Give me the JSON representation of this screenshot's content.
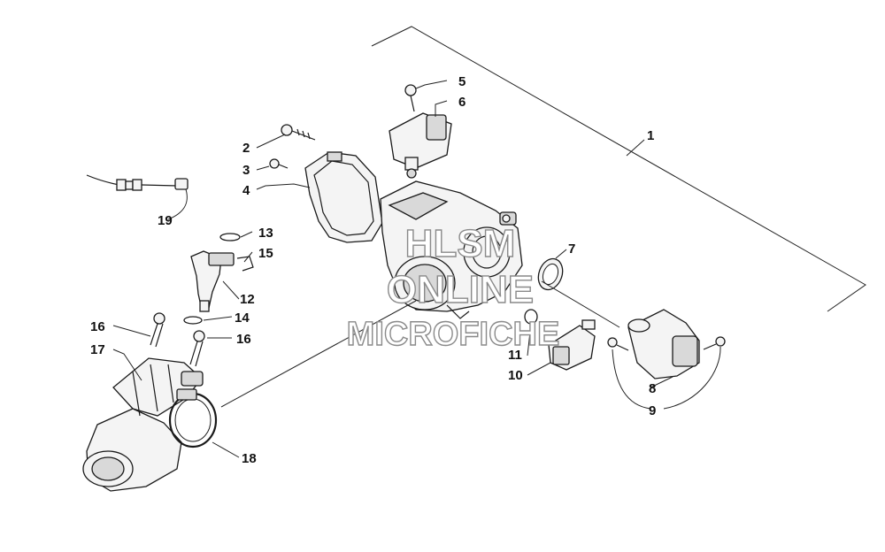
{
  "callouts": [
    {
      "id": "c1",
      "label": "1"
    },
    {
      "id": "c2",
      "label": "2"
    },
    {
      "id": "c3",
      "label": "3"
    },
    {
      "id": "c4",
      "label": "4"
    },
    {
      "id": "c5",
      "label": "5"
    },
    {
      "id": "c6",
      "label": "6"
    },
    {
      "id": "c7",
      "label": "7"
    },
    {
      "id": "c8",
      "label": "8"
    },
    {
      "id": "c9",
      "label": "9"
    },
    {
      "id": "c10",
      "label": "10"
    },
    {
      "id": "c11",
      "label": "11"
    },
    {
      "id": "c12",
      "label": "12"
    },
    {
      "id": "c13",
      "label": "13"
    },
    {
      "id": "c14",
      "label": "14"
    },
    {
      "id": "c15",
      "label": "15"
    },
    {
      "id": "c16a",
      "label": "16"
    },
    {
      "id": "c16b",
      "label": "16"
    },
    {
      "id": "c17",
      "label": "17"
    },
    {
      "id": "c18",
      "label": "18"
    },
    {
      "id": "c19",
      "label": "19"
    }
  ],
  "watermark": {
    "line1": "HLSM",
    "line2": "ONLINE",
    "line3": "MICROFICHE"
  }
}
